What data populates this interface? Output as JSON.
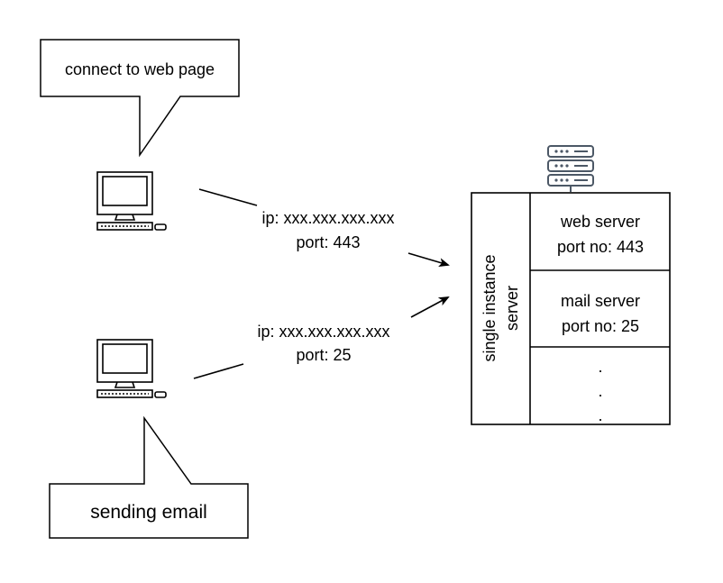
{
  "callouts": {
    "top": "connect to web page",
    "bottom": "sending email"
  },
  "connections": {
    "web": {
      "ip": "ip: xxx.xxx.xxx.xxx",
      "port": "port: 443"
    },
    "mail": {
      "ip": "ip: xxx.xxx.xxx.xxx",
      "port": "port: 25"
    }
  },
  "server": {
    "side_label_line1": "single instance",
    "side_label_line2": "server",
    "slots": [
      {
        "line1": "web server",
        "line2": "port no: 443"
      },
      {
        "line1": "mail server",
        "line2": "port no: 25"
      }
    ],
    "ellipsis": [
      ".",
      ".",
      "."
    ]
  },
  "icons": {
    "client_top": "desktop-computer-icon",
    "client_bottom": "desktop-computer-icon",
    "server": "server-rack-icon"
  },
  "colors": {
    "stroke": "#000000",
    "server_icon": "#4c5866"
  }
}
